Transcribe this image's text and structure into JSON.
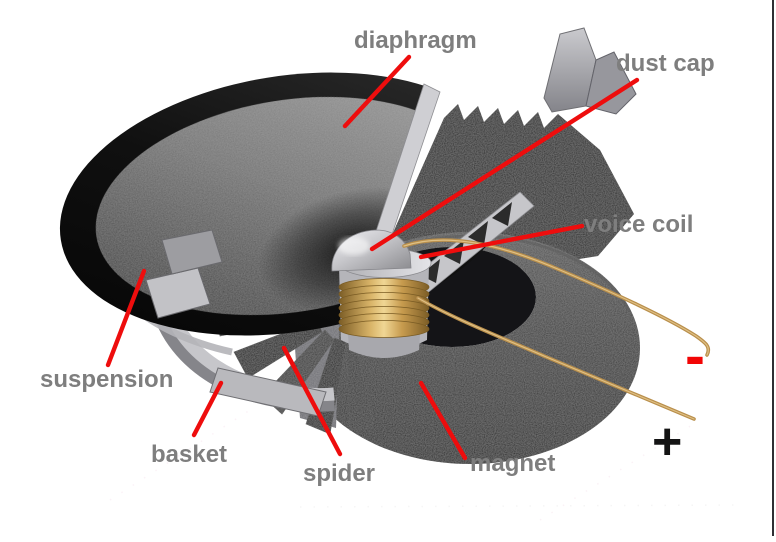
{
  "diagram": {
    "subject": "loudspeaker cutaway diagram",
    "labels": {
      "diaphragm": "diaphragm",
      "dust_cap": "dust cap",
      "voice_coil": "voice coil",
      "suspension": "suspension",
      "basket": "basket",
      "spider": "spider",
      "magnet": "magnet"
    },
    "terminals": {
      "positive": "+",
      "negative": "-"
    },
    "colors": {
      "leader_line": "#ee0d0d",
      "label_text": "#7e7e7e",
      "terminal_positive": "#141414",
      "terminal_negative": "#f20505",
      "voice_coil_gold": "#c8a050",
      "lead_wire": "#b98f4c",
      "metal_silver": "#c6c6ca",
      "body_dark": "#1a1a1a",
      "background": "#ffffff"
    }
  }
}
